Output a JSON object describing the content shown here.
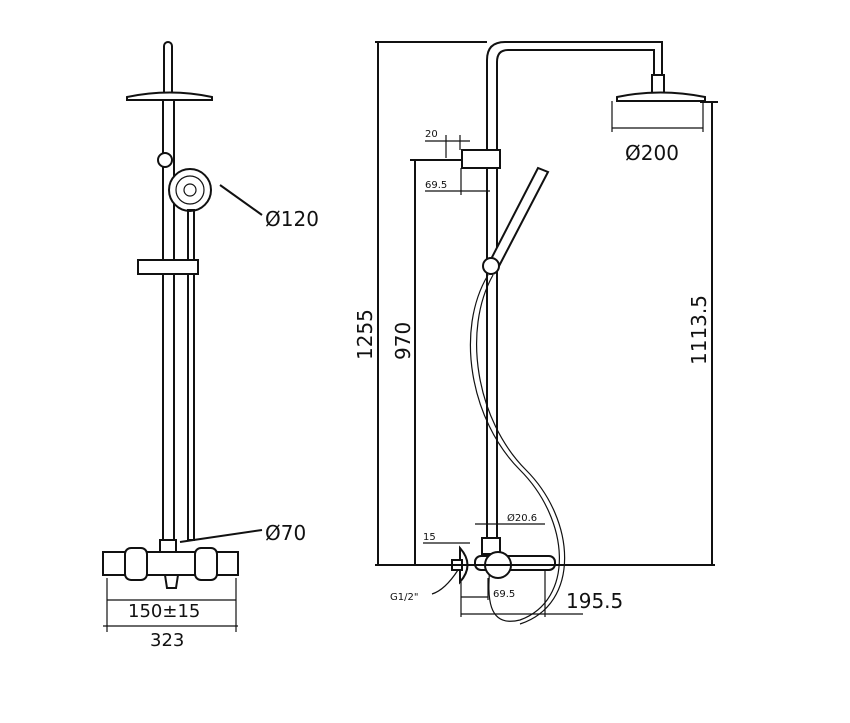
{
  "front_view": {
    "hand_shower_diameter": "Ø120",
    "mixer_diameter": "Ø70",
    "inlet_spacing": "150±15",
    "total_width": "323"
  },
  "side_view": {
    "overhead_diameter": "Ø200",
    "total_height": "1255",
    "slider_height": "970",
    "overhead_height": "1113.5",
    "bracket_offset": "20",
    "bracket_depth": "69.5",
    "pipe_diameter": "Ø20.6",
    "inlet_offset": "15",
    "inlet_thread": "G1/2\"",
    "mixer_depth": "69.5",
    "projection": "195.5"
  },
  "colors": {
    "line": "#111111",
    "background": "#ffffff"
  }
}
